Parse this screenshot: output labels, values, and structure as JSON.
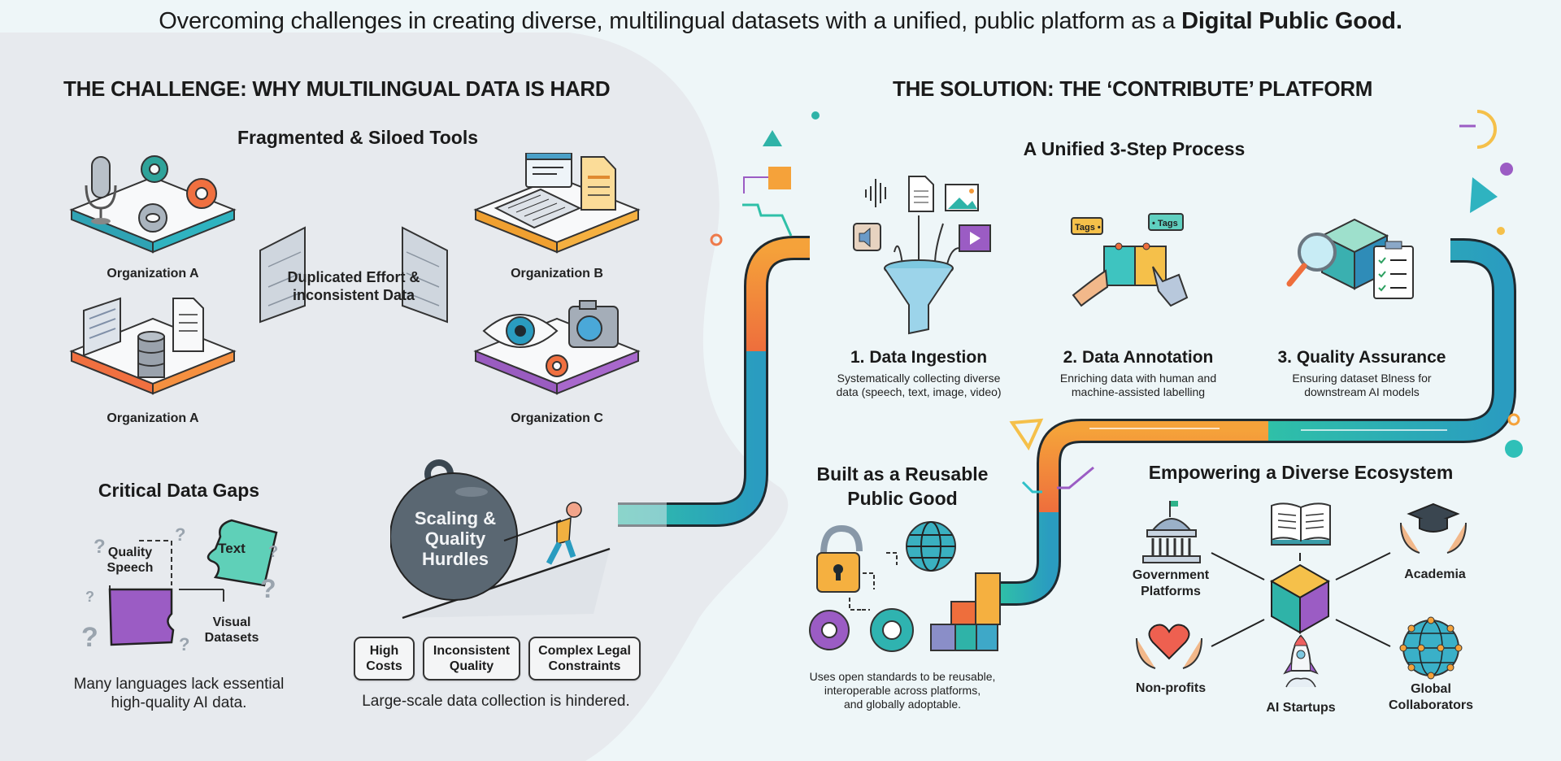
{
  "header": {
    "title_regular": "Overcoming challenges in creating diverse, multilingual datasets with a unified, public platform as a ",
    "title_bold": "Digital Public Good."
  },
  "challenge": {
    "heading": "THE CHALLENGE: WHY MULTILINGUAL DATA IS HARD",
    "fragmented": {
      "heading": "Fragmented & Siloed Tools",
      "organizations": [
        {
          "label": "Organization A",
          "accent": "#2fa3b4",
          "icons": [
            "microphone-icon",
            "gear-icon",
            "gear-icon",
            "gear-icon"
          ]
        },
        {
          "label": "Organization B",
          "accent": "#f0a030",
          "icons": [
            "chat-window-icon",
            "document-icon",
            "keyboard-icon"
          ]
        },
        {
          "label": "Organization A",
          "accent": "#f07040",
          "icons": [
            "keyboard-icon",
            "document-icon",
            "database-icon"
          ]
        },
        {
          "label": "Organization C",
          "accent": "#9a5cc0",
          "icons": [
            "eye-icon",
            "camera-icon",
            "gear-icon"
          ]
        }
      ],
      "center_label_line1": "Duplicated Effort &",
      "center_label_line2": "inconsistent Data"
    },
    "gaps": {
      "heading": "Critical Data Gaps",
      "pieces": [
        "Quality Speech",
        "Text",
        "Visual Datasets"
      ],
      "piece_line1": "Quality",
      "piece_line2": "Speech",
      "text_piece": "Text",
      "visual_line1": "Visual",
      "visual_line2": "Datasets",
      "caption_line1": "Many languages lack essential",
      "caption_line2": "high-quality AI data."
    },
    "scaling": {
      "ball_line1": "Scaling &",
      "ball_line2": "Quality",
      "ball_line3": "Hurdles",
      "pills": [
        {
          "line1": "High",
          "line2": "Costs"
        },
        {
          "line1": "Inconsistent",
          "line2": "Quality"
        },
        {
          "line1": "Complex Legal",
          "line2": "Constraints"
        }
      ],
      "caption": "Large-scale data collection is hindered."
    }
  },
  "solution": {
    "heading": "THE SOLUTION: THE ‘CONTRIBUTE’ PLATFORM",
    "process": {
      "heading": "A Unified 3-Step Process",
      "steps": [
        {
          "title": "1. Data Ingestion",
          "desc_line1": "Systematically collecting diverse",
          "desc_line2": "data (speech, text, image, video)"
        },
        {
          "title": "2. Data Annotation",
          "desc_line1": "Enriching data with human and",
          "desc_line2": "machine-assisted labelling",
          "tag_left": "Tags •",
          "tag_right": "• Tags"
        },
        {
          "title": "3. Quality Assurance",
          "desc_line1": "Ensuring dataset Blness for",
          "desc_line2": "downstream AI models"
        }
      ]
    },
    "public_good": {
      "heading_line1": "Built as a Reusable",
      "heading_line2": "Public Good",
      "desc_line1": "Uses open standards to be reusable,",
      "desc_line2": "interoperable across platforms,",
      "desc_line3": "and globally adoptable."
    },
    "ecosystem": {
      "heading": "Empowering a Diverse Ecosystem",
      "nodes": [
        {
          "line1": "Government",
          "line2": "Platforms",
          "icon": "government-building-icon"
        },
        {
          "line1": "",
          "line2": "",
          "icon": "open-book-icon"
        },
        {
          "line1": "Academia",
          "line2": "",
          "icon": "graduation-cap-icon"
        },
        {
          "line1": "Non-profits",
          "line2": "",
          "icon": "heart-hands-icon"
        },
        {
          "line1": "AI Startups",
          "line2": "",
          "icon": "rocket-icon"
        },
        {
          "line1": "Global",
          "line2": "Collaborators",
          "icon": "network-globe-icon"
        }
      ]
    }
  },
  "colors": {
    "teal": "#2fc0a8",
    "blue": "#2a9cc0",
    "orange": "#f39a3a",
    "orange_dark": "#ee6e3c",
    "purple": "#9b5cc4",
    "yellow": "#f5c04a",
    "background": "#eef6f8",
    "panel": "#e9ecef"
  }
}
